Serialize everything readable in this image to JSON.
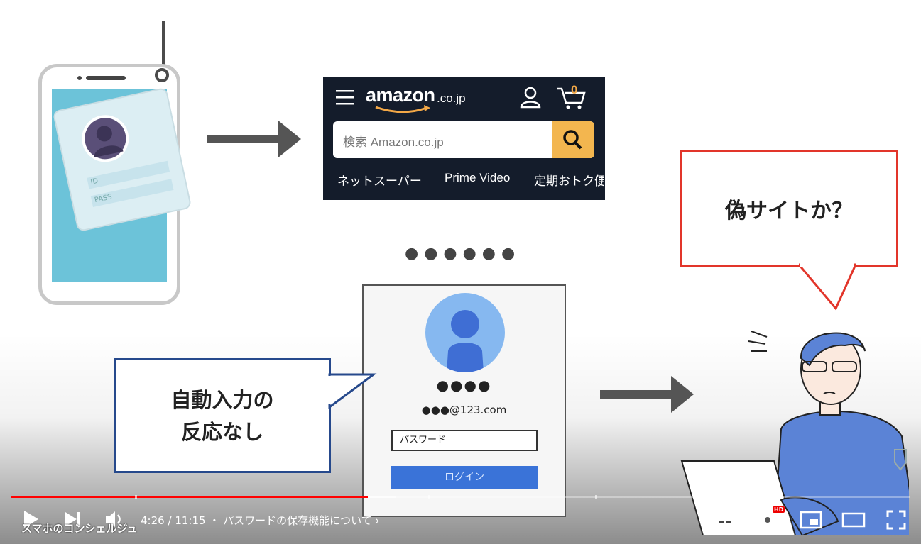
{
  "video": {
    "phone_card": {
      "id_label": "ID",
      "pass_label": "PASS"
    },
    "amazon": {
      "logo": "amazon",
      "domain": ".co.jp",
      "cart_count": "0",
      "search_placeholder": "検索 Amazon.co.jp",
      "nav": [
        "ネットスーパー",
        "Prime Video",
        "定期おトク便"
      ]
    },
    "dots": "●●●●●●",
    "login_card": {
      "name": "●●●●",
      "email": "●●●@123.com",
      "password_placeholder": "パスワード",
      "login_button": "ログイン"
    },
    "blue_bubble": {
      "line1": "自動入力の",
      "line2": "反応なし"
    },
    "red_bubble": {
      "text": "偽サイトか？"
    },
    "channel_logo_text": "スマホのコンシェルジュ"
  },
  "player": {
    "progress": {
      "played_fraction": 0.4,
      "buffered_fraction": 0.43
    },
    "time_current": "4:26",
    "time_total": "11:15",
    "time_display": "4:26 / 11:15",
    "chapter_sep": "・",
    "chapter_title": "パスワードの保存機能について",
    "hd_badge": "HD",
    "watermark": "スマホのコンシェルジュ",
    "colors": {
      "progress": "#ff0000",
      "accent_blue": "#3a73d8",
      "bubble_red": "#e2352a",
      "bubble_blue": "#26498c"
    }
  }
}
